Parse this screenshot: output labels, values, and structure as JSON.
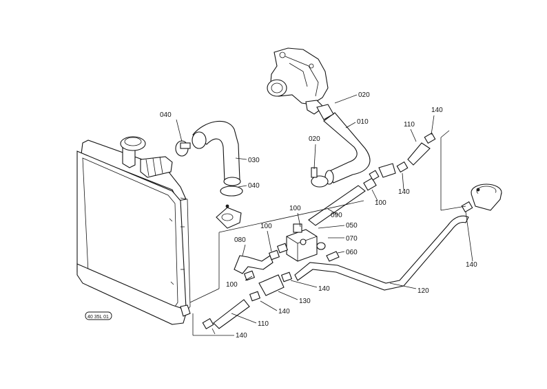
{
  "diagram": {
    "drawing_code": "40 35L 01",
    "labels": [
      "020",
      "010",
      "040",
      "030",
      "020",
      "040",
      "110",
      "140",
      "140",
      "100",
      "100",
      "090",
      "100",
      "050",
      "080",
      "070",
      "060",
      "140",
      "100",
      "140",
      "120",
      "130",
      "140",
      "110",
      "140"
    ]
  }
}
